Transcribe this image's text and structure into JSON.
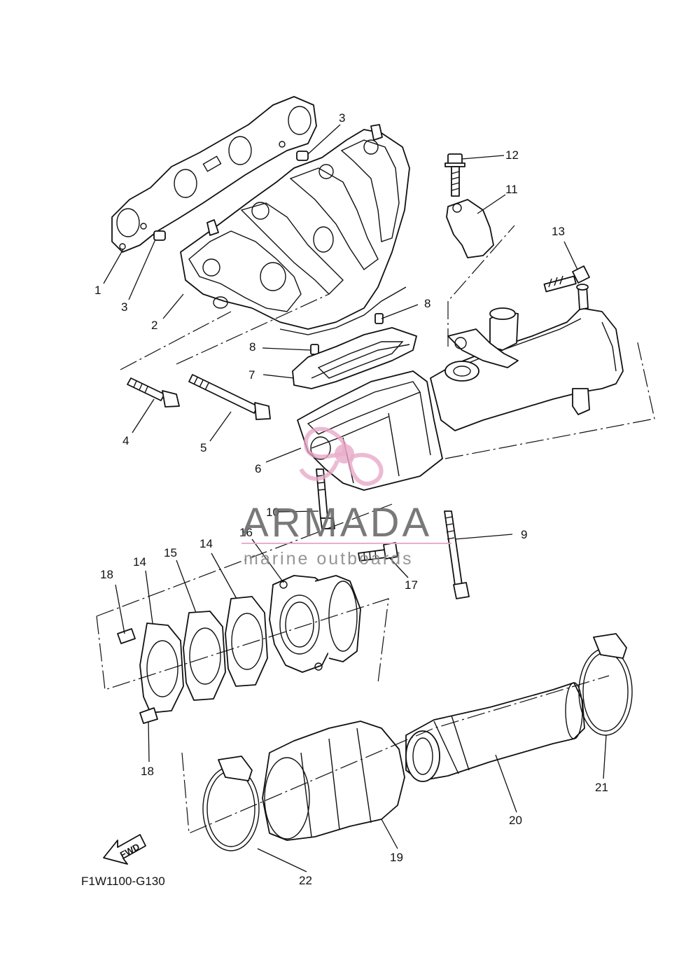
{
  "diagram_code": "F1W1100-G130",
  "watermark": {
    "brand": "ARMADA",
    "tagline": "marine outboards",
    "accent_color": "#e8a6c6"
  },
  "direction_arrow": "FWD",
  "callouts": [
    "1",
    "2",
    "3",
    "3",
    "4",
    "5",
    "6",
    "7",
    "8",
    "8",
    "9",
    "10",
    "11",
    "12",
    "13",
    "14",
    "14",
    "15",
    "16",
    "17",
    "18",
    "18",
    "19",
    "20",
    "21",
    "22"
  ]
}
